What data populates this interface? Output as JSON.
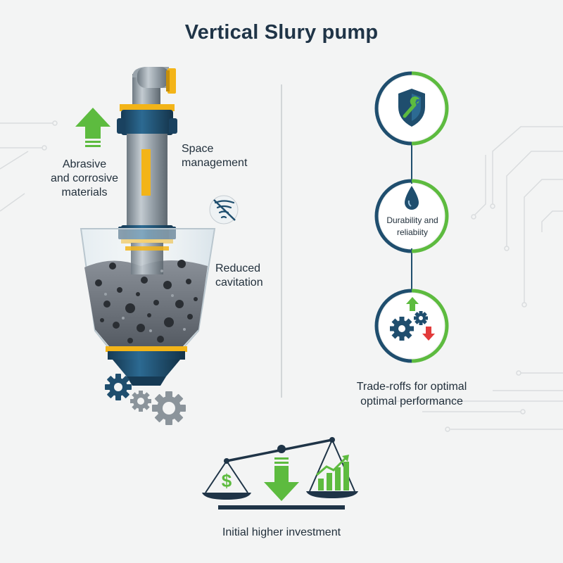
{
  "title": "Vertical Slury pump",
  "labels": {
    "abrasive": [
      "Abrasive",
      "and corrosive",
      "materials"
    ],
    "space": [
      "Space",
      "management"
    ],
    "cavitation": [
      "Reduced",
      "cavitation"
    ],
    "durability": [
      "Durability and",
      "reliabiity"
    ],
    "tradeoff": [
      "Trade-roffs for optimal",
      "optimal performance"
    ],
    "investment": "Initial higher investment",
    "dollar_symbol": "$"
  },
  "colors": {
    "navy": "#1f4e6e",
    "steel": "#8f9aa3",
    "gold": "#f3b418",
    "green": "#5dbb3f",
    "red": "#e23b3b",
    "slurry": "#5f6670"
  },
  "icons": [
    "shield-wrench-icon",
    "water-drop-icon",
    "gears-arrows-icon",
    "no-vortex-icon",
    "arrow-up-icon",
    "arrow-down-icon",
    "balance-scale-icon",
    "dollar-icon",
    "growth-chart-icon",
    "gear-icon"
  ]
}
